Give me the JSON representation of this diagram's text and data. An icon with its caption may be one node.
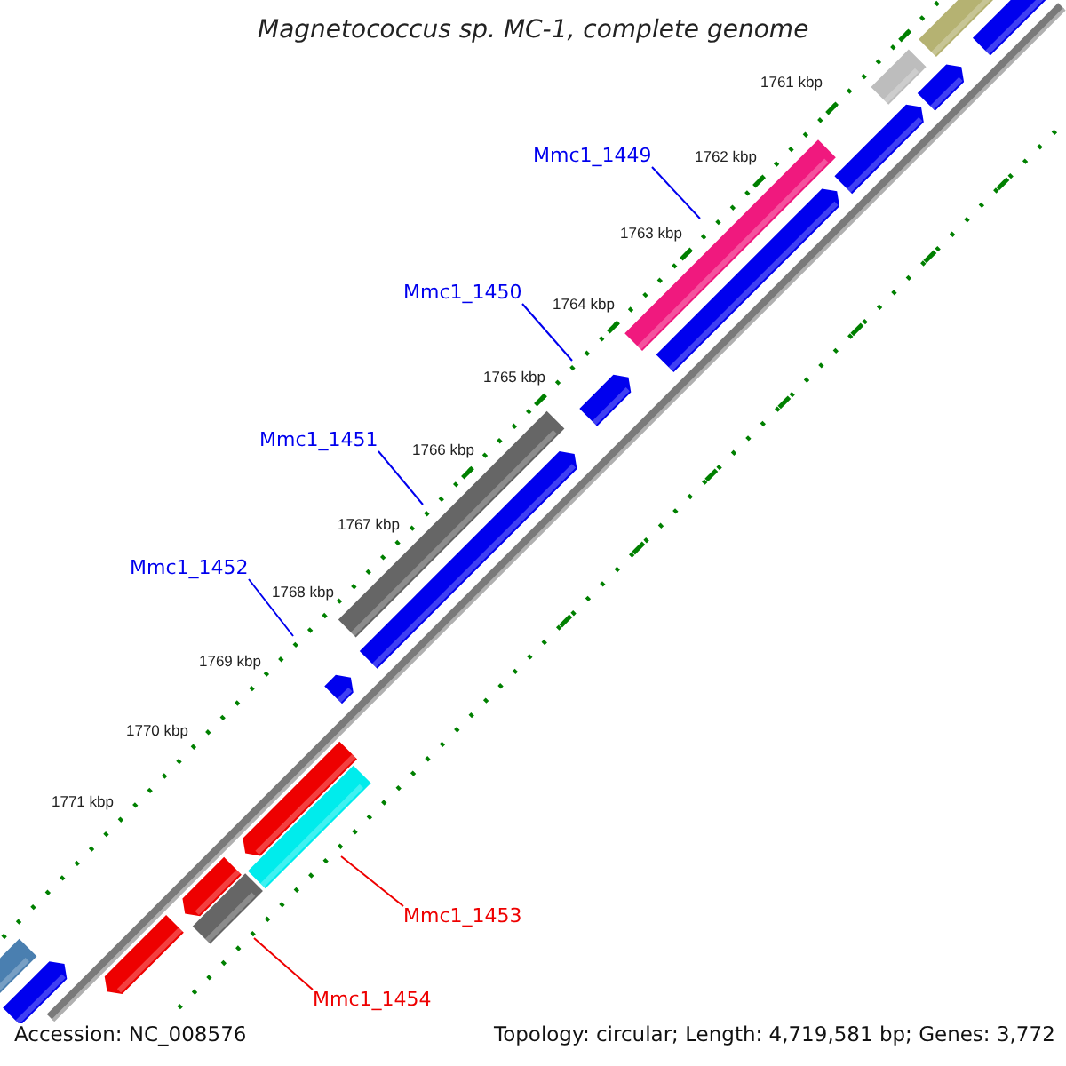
{
  "diagram": {
    "title": "Magnetococcus sp. MC-1, complete genome",
    "nodes": [
      {
        "text": [
          "Mmc1_1449"
        ]
      },
      {
        "text": [
          "Mmc1_1450"
        ]
      },
      {
        "text": [
          "Mmc1_1451"
        ]
      },
      {
        "text": [
          "Mmc1_1452"
        ]
      },
      {
        "text": [
          "Mmc1_1453"
        ]
      },
      {
        "text": [
          "Mmc1_1454"
        ]
      }
    ],
    "edges": [
      {
        "from": 0,
        "to": null,
        "arrow": "none"
      },
      {
        "from": 1,
        "to": null,
        "arrow": "none"
      },
      {
        "from": 2,
        "to": null,
        "arrow": "none"
      },
      {
        "from": 3,
        "to": null,
        "arrow": "none"
      },
      {
        "from": 4,
        "to": null,
        "arrow": "none",
        "color": "#ee0000"
      },
      {
        "from": 5,
        "to": null,
        "arrow": "none",
        "color": "#ee0000"
      }
    ],
    "labels": [
      "1761 kbp",
      "1762 kbp",
      "1763 kbp",
      "1764 kbp",
      "1765 kbp",
      "1766 kbp",
      "1767 kbp",
      "1768 kbp",
      "1769 kbp",
      "1770 kbp",
      "1771 kbp",
      "Accession: NC_008576",
      "Topology: circular; Length: 4,719,581 bp; Genes: 3,772"
    ]
  }
}
